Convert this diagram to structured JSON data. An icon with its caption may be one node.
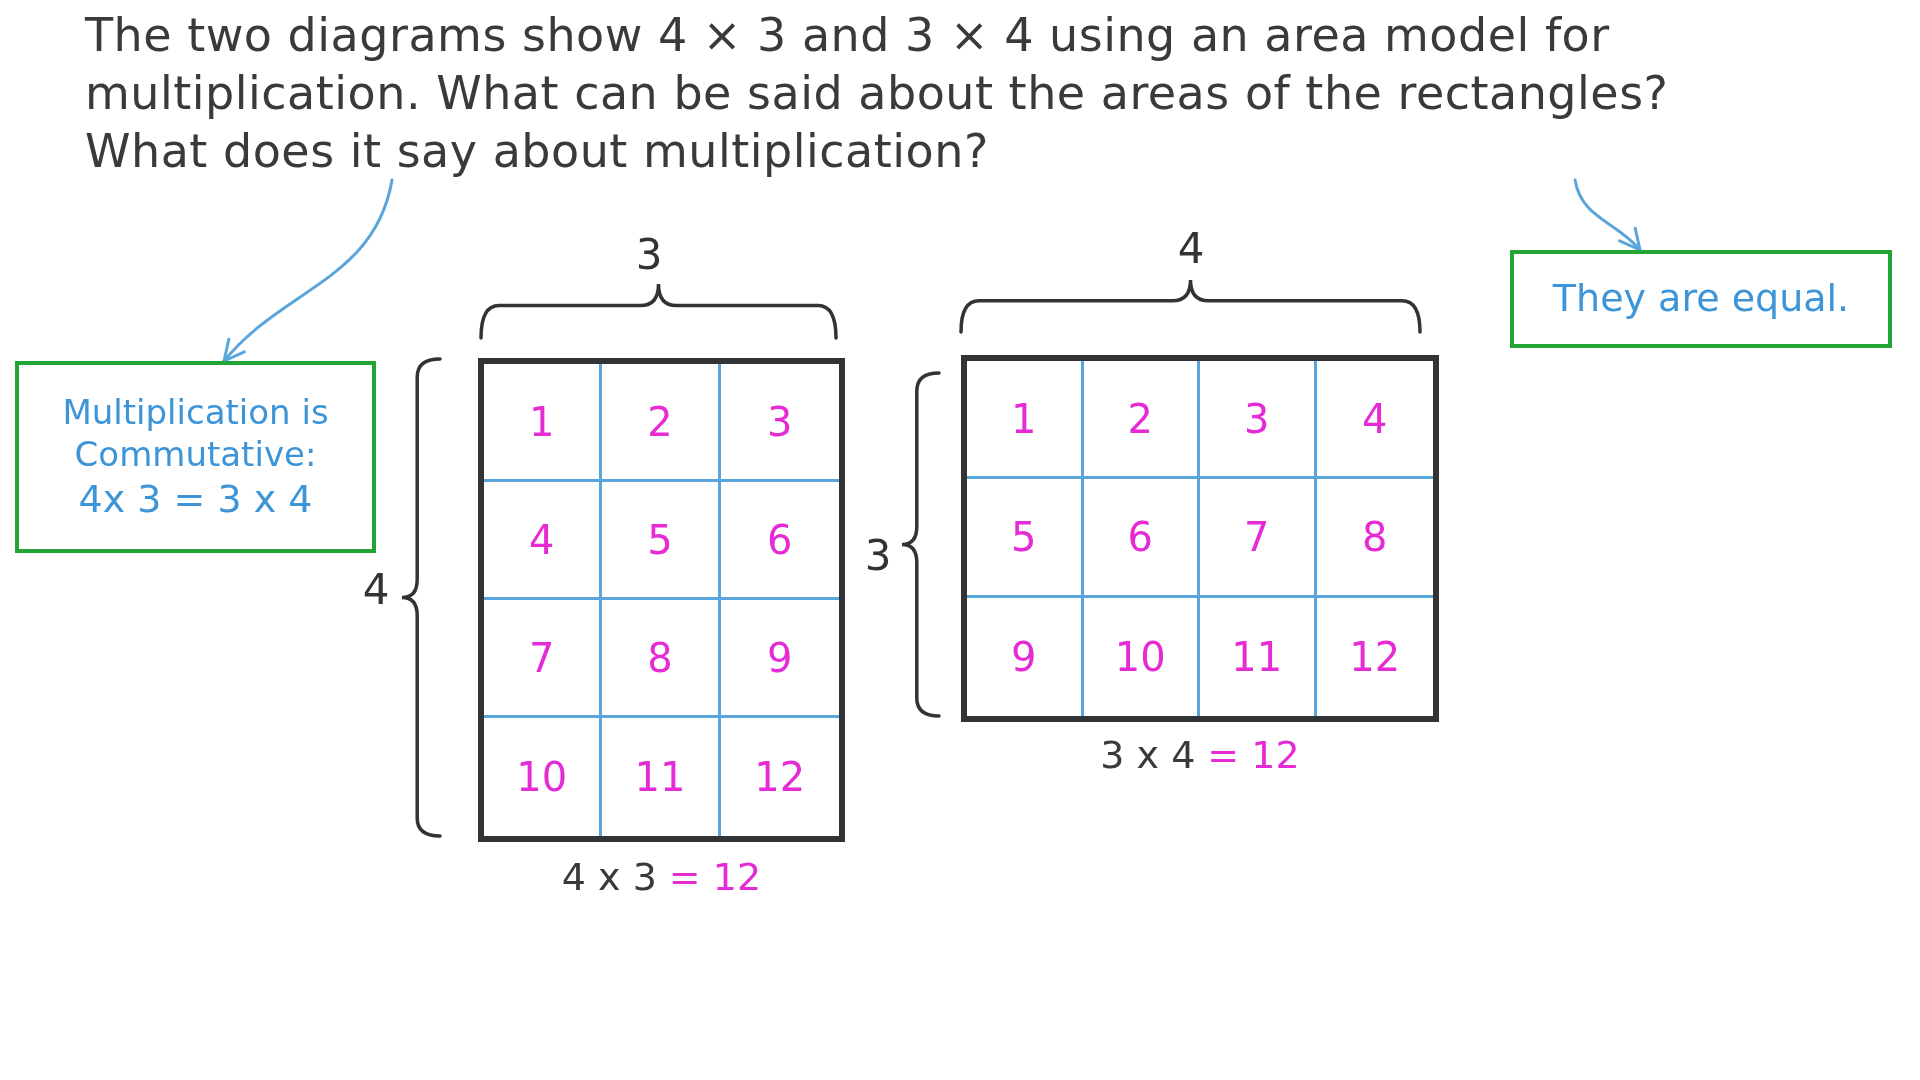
{
  "diagram": {
    "nodes": [
      {
        "text": [
          "The two diagrams show 4 × 3 and 3 × 4 using an area model for multiplication. What can be said about the areas of the rectangles? What does it say about multiplication?"
        ]
      },
      {
        "text": [
          "They are equal."
        ]
      },
      {
        "text": [
          "Multiplication is Commutative:",
          "4x 3 = 3 x 4"
        ]
      },
      {
        "text": [],
        "shape": "box",
        "beside": [
          "4 x 3",
          "= 12"
        ]
      },
      {
        "text": [
          "1"
        ],
        "in": 3
      },
      {
        "text": [
          "2"
        ],
        "in": 3
      },
      {
        "text": [
          "3"
        ],
        "in": 3
      },
      {
        "text": [
          "4"
        ],
        "in": 3
      },
      {
        "text": [
          "5"
        ],
        "in": 3
      },
      {
        "text": [
          "6"
        ],
        "in": 3
      },
      {
        "text": [
          "7"
        ],
        "in": 3
      },
      {
        "text": [
          "8"
        ],
        "in": 3
      },
      {
        "text": [
          "9"
        ],
        "in": 3
      },
      {
        "text": [
          "10"
        ],
        "in": 3
      },
      {
        "text": [
          "11"
        ],
        "in": 3
      },
      {
        "text": [
          "12"
        ],
        "in": 3
      },
      {
        "text": [],
        "shape": "box",
        "beside": [
          "3 x 4",
          "= 12"
        ]
      },
      {
        "text": [
          "1"
        ],
        "in": 16
      },
      {
        "text": [
          "2"
        ],
        "in": 16
      },
      {
        "text": [
          "3"
        ],
        "in": 16
      },
      {
        "text": [
          "4"
        ],
        "in": 16
      },
      {
        "text": [
          "5"
        ],
        "in": 16
      },
      {
        "text": [
          "6"
        ],
        "in": 16
      },
      {
        "text": [
          "7"
        ],
        "in": 16
      },
      {
        "text": [
          "8"
        ],
        "in": 16
      },
      {
        "text": [
          "9"
        ],
        "in": 16
      },
      {
        "text": [
          "10"
        ],
        "in": 16
      },
      {
        "text": [
          "11"
        ],
        "in": 16
      },
      {
        "text": [
          "12"
        ],
        "in": 16
      }
    ],
    "edges": [
      {
        "from": 0,
        "to": 1,
        "arrow": "to"
      },
      {
        "from": 0,
        "to": 2,
        "arrow": "to"
      }
    ],
    "labels": [
      "3",
      "4",
      "4",
      "3"
    ]
  }
}
